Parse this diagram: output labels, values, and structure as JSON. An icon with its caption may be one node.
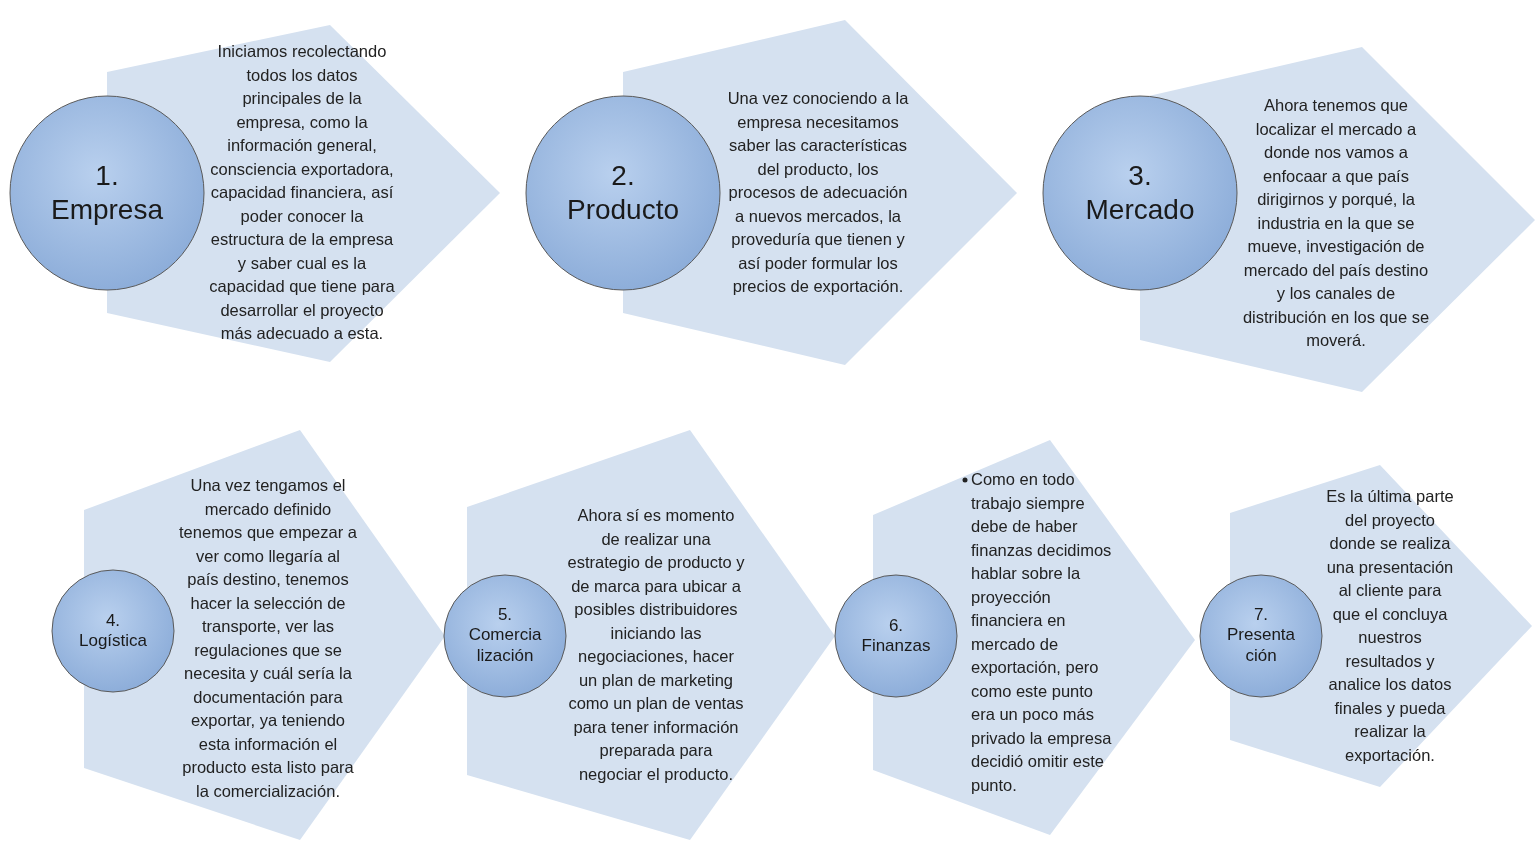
{
  "diagram": {
    "nodes": [
      {
        "text": [
          "1. Empresa"
        ]
      },
      {
        "text": [
          "Iniciamos recolectando todos los datos principales de la empresa, como la información general, consciencia exportadora, capacidad financiera, así poder conocer la estructura de la empresa y saber cual es la capacidad que tiene para desarrollar el proyecto más adecuado a esta."
        ]
      },
      {
        "text": [
          "2. Producto"
        ]
      },
      {
        "text": [
          "Una vez conociendo a la empresa necesitamos saber las características del producto, los procesos de adecuación a nuevos mercados, la proveduría que tienen y así poder formular los precios de exportación."
        ]
      },
      {
        "text": [
          "3. Mercado"
        ]
      },
      {
        "text": [
          "Ahora tenemos que localizar el mercado a donde nos vamos a enfocaar a que país dirigirnos y porqué, la industria en la que se mueve, investigación de mercado del país destino y los canales de distribución en los que se moverá."
        ]
      },
      {
        "text": [
          "4. Logística"
        ]
      },
      {
        "text": [
          "Una vez tengamos el mercado definido tenemos que empezar a ver como llegaría al país destino, tenemos hacer la selección de transporte, ver las regulaciones que se necesita y cuál sería la documentación para exportar, ya teniendo esta información el producto esta listo para la comercialización."
        ]
      },
      {
        "text": [
          "5. Comercia lización"
        ]
      },
      {
        "text": [
          "Ahora sí es momento de realizar una estrategio de producto y de marca para ubicar a posibles distribuidores iniciando las negociaciones, hacer un plan de marketing como un plan de ventas para tener información preparada para negociar el producto."
        ]
      },
      {
        "text": [
          "6. Finanzas"
        ]
      },
      {
        "text": [
          "Como en todo trabajo siempre debe de haber finanzas decidimos hablar sobre la proyección financiera en mercado de exportación, pero como este punto era un poco más privado la empresa decidió omitir este punto."
        ]
      },
      {
        "text": [
          "7. Presenta ción"
        ]
      },
      {
        "text": [
          "Es la última parte del proyecto donde se realiza una presentación al cliente para que el concluya nuestros resultados y analice los datos finales y pueda realizar la exportación."
        ]
      }
    ]
  }
}
